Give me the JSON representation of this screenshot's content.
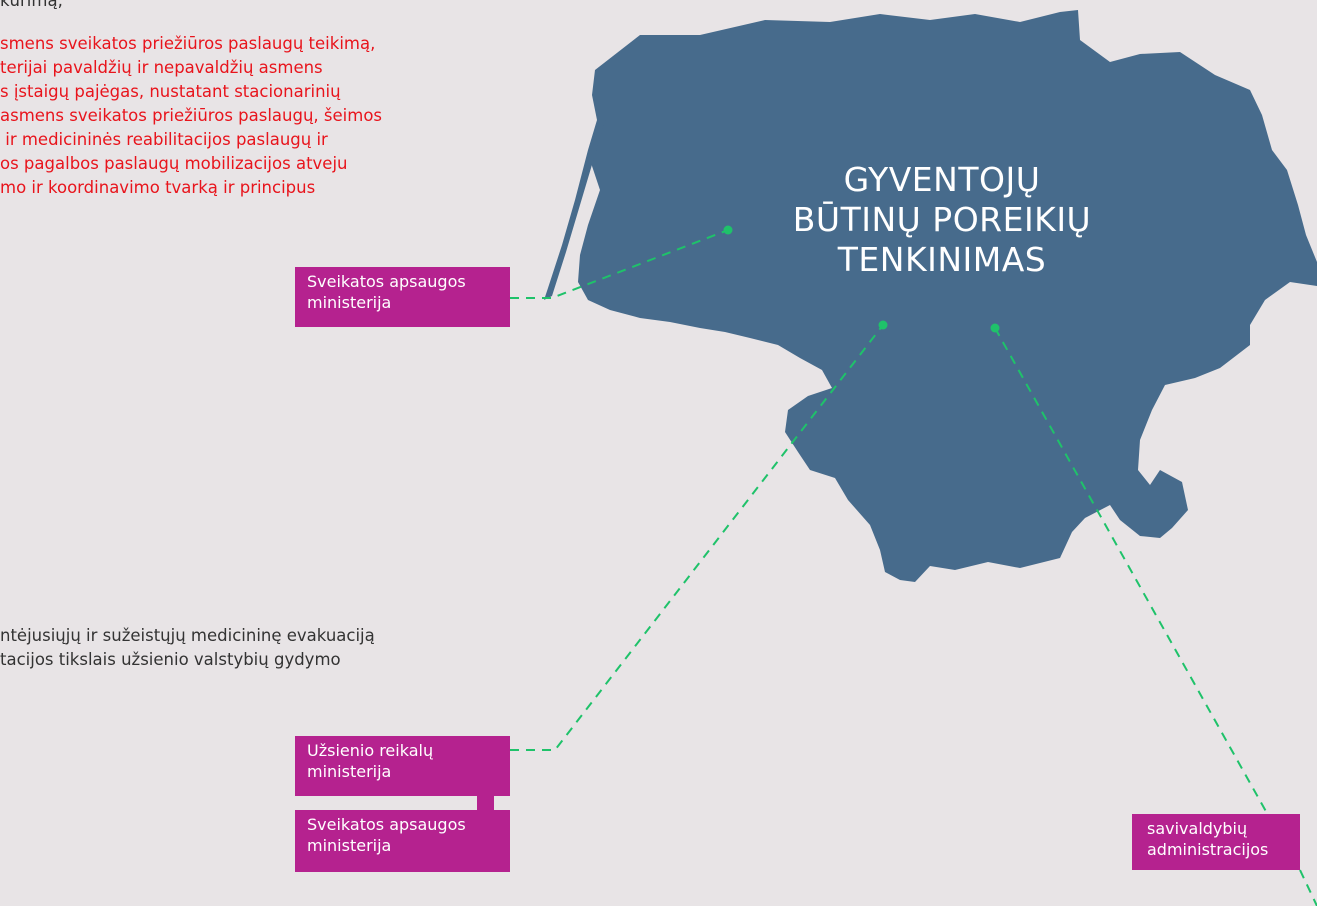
{
  "colors": {
    "background": "#e8e4e6",
    "map_fill": "#476b8c",
    "tag_fill": "#b5228f",
    "connector": "#1fc26a",
    "red_text": "#e8141c"
  },
  "top_text": {
    "first_line": "kūrimą;",
    "red_paragraph": "smens sveikatos priežiūros paslaugų teikimą,\nterijai pavaldžių ir nepavaldžių asmens\ns įstaigų pajėgas, nustatant stacionarinių\nasmens sveikatos priežiūros paslaugų, šeimos\n ir medicininės reabilitacijos paslaugų ir\nos pagalbos paslaugų mobilizacijos atveju\nmo ir koordinavimo tvarką ir principus"
  },
  "middle_text": "ntėjusiųjų ir sužeistųjų medicininę evakuaciją\ntacijos tikslais užsienio valstybių gydymo",
  "map": {
    "title": "GYVENTOJŲ\nBŪTINŲ POREIKIŲ\nTENKINIMAS"
  },
  "tags": {
    "health_ministry_top": "Sveikatos apsaugos\nministerija",
    "foreign_ministry": "Užsienio reikalų\nministerija",
    "health_ministry_bottom": "Sveikatos apsaugos\nministerija",
    "municipal_admin": "savivaldybių\nadministracijos"
  }
}
